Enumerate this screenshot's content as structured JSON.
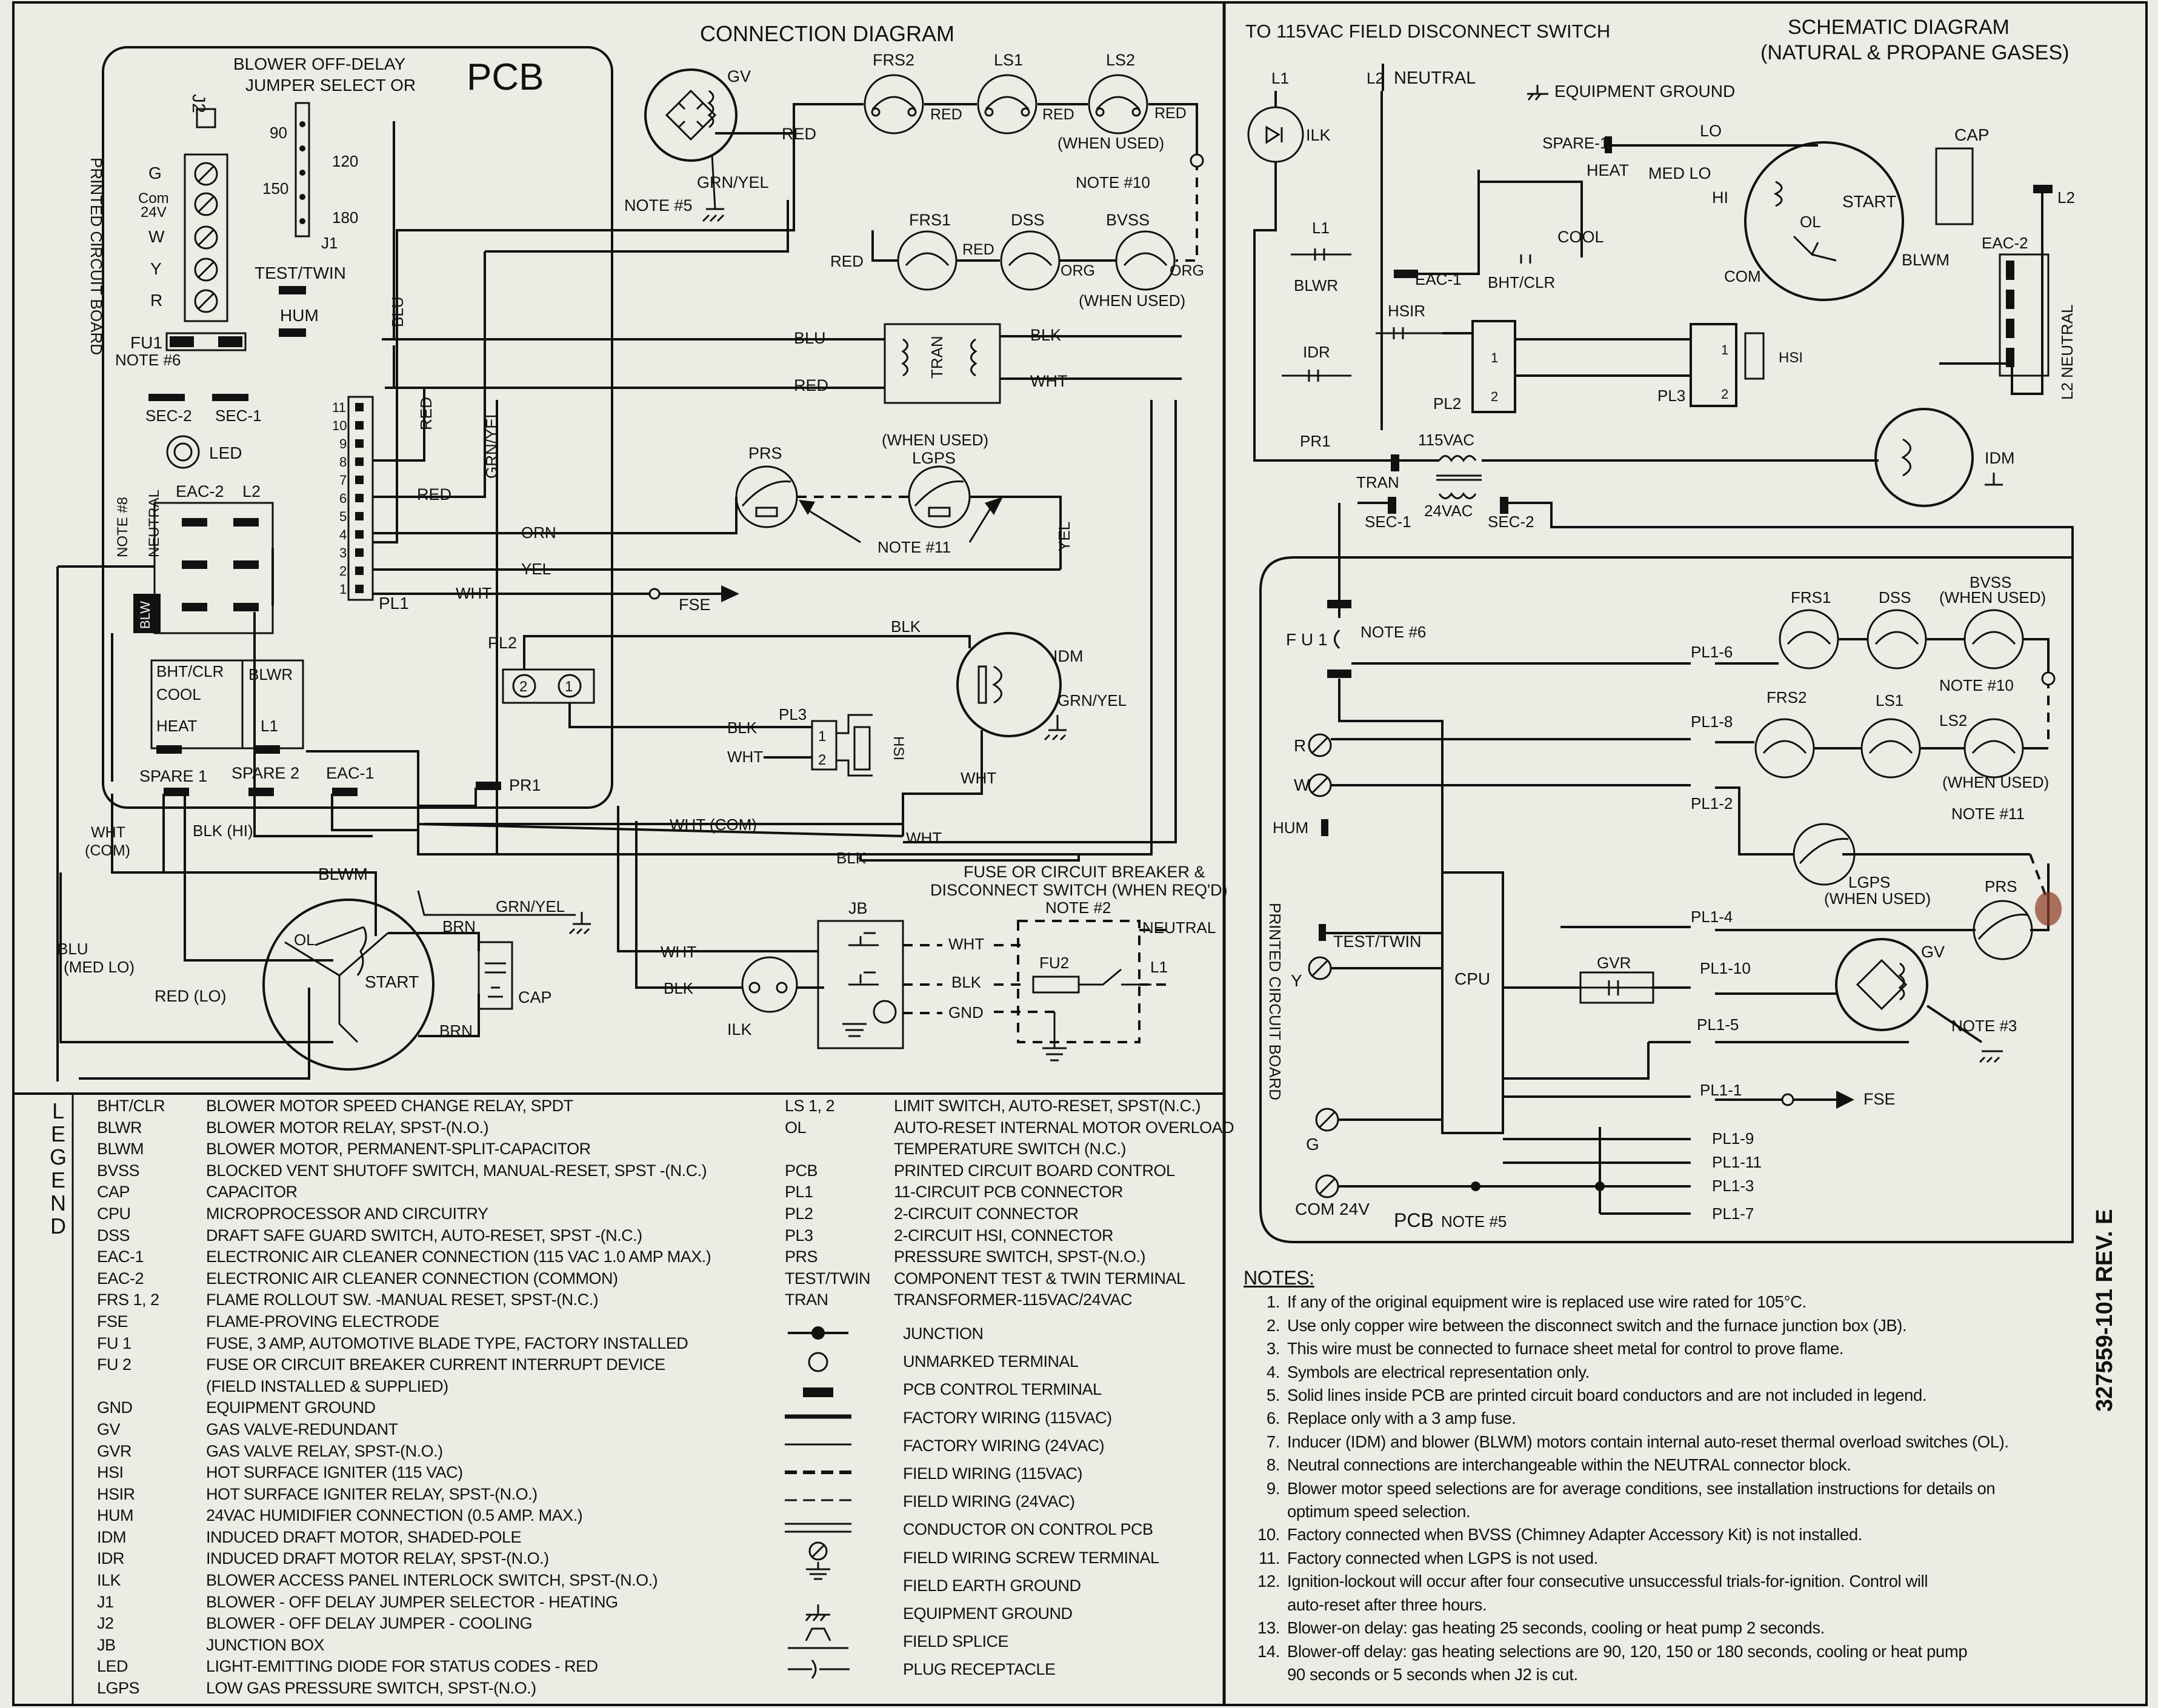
{
  "connection": {
    "title": "CONNECTION DIAGRAM",
    "pcb": "PCB",
    "blower_jumper": [
      "BLOWER OFF-DELAY",
      "JUMPER SELECT OR"
    ],
    "printed_circuit_board": "PRINTED CIRCUIT BOARD",
    "j2": "J2",
    "j1": "J1",
    "delays": [
      "90",
      "120",
      "150",
      "180"
    ],
    "terminals": [
      "G",
      "Com 24V",
      "W",
      "Y",
      "R"
    ],
    "test_twin": "TEST/TWIN",
    "hum": "HUM",
    "fu1": "FU1",
    "note6": "NOTE #6",
    "sec2": "SEC-2",
    "sec1": "SEC-1",
    "led": "LED",
    "eac2": "EAC-2",
    "l2": "L2",
    "neutral": "NEUTRAL",
    "note8": "NOTE #8",
    "blw": "BLW",
    "bht_clr": "BHT/CLR",
    "cool": "COOL",
    "heat": "HEAT",
    "blwr": "BLWR",
    "l1": "L1",
    "spare1": "SPARE 1",
    "spare2": "SPARE 2",
    "eac1": "EAC-1",
    "pr1": "PR1",
    "pl1": "PL1",
    "pl1_pins": [
      "1",
      "2",
      "3",
      "4",
      "5",
      "6",
      "7",
      "8",
      "9",
      "10",
      "11"
    ],
    "gv": "GV",
    "grn_yel": "GRN/YEL",
    "note5": "NOTE #5",
    "red": "RED",
    "frs2": "FRS2",
    "ls1": "LS1",
    "ls2": "LS2",
    "when_used": "(WHEN USED)",
    "note10": "NOTE #10",
    "frs1": "FRS1",
    "dss": "DSS",
    "bvss": "BVSS",
    "org": "ORG",
    "blu": "BLU",
    "blk": "BLK",
    "wht": "WHT",
    "tran": "TRAN",
    "yel": "YEL",
    "orn": "ORN",
    "prs": "PRS",
    "lgps": "LGPS",
    "note11": "NOTE #11",
    "fse": "FSE",
    "pl2": "PL2",
    "pl3": "PL3",
    "hsi": "HSI",
    "idm": "IDM",
    "wht_com": "WHT  (COM)",
    "wht_com2": [
      "WHT",
      "(COM)"
    ],
    "blk_hi": "BLK (HI)",
    "blwm": "BLWM",
    "brn": "BRN",
    "ol": "OL",
    "start": "START",
    "cap": "CAP",
    "blu_med_lo": [
      "BLU",
      "(MED LO)"
    ],
    "red_lo": "RED (LO)",
    "ilk": "ILK",
    "jb": "JB",
    "gnd": "GND",
    "fu2": "FU2",
    "fuse_breaker": [
      "FUSE OR CIRCUIT BREAKER &",
      "DISCONNECT SWITCH (WHEN REQ'D)",
      "NOTE #2"
    ]
  },
  "schematic": {
    "title": [
      "SCHEMATIC DIAGRAM",
      "(NATURAL & PROPANE GASES)"
    ],
    "to_disconnect": "TO 115VAC FIELD DISCONNECT SWITCH",
    "l1": "L1",
    "l2": "L2",
    "neutral": "NEUTRAL",
    "equipment_ground": "EQUIPMENT GROUND",
    "ilk": "ILK",
    "spare1": "SPARE-1",
    "lo": "LO",
    "cap": "CAP",
    "heat": "HEAT",
    "med_lo": "MED LO",
    "hi": "HI",
    "start": "START",
    "ol": "OL",
    "cool": "COOL",
    "com": "COM",
    "blwm": "BLWM",
    "eac2": "EAC-2",
    "blwr": "BLWR",
    "eac1": "EAC-1",
    "bht_clr": "BHT/CLR",
    "hsir": "HSIR",
    "idr": "IDR",
    "hsi": "HSI",
    "pl2": "PL2",
    "pl3": "PL3",
    "l2_neutral": "L2  NEUTRAL",
    "idm": "IDM",
    "pr1": "PR1",
    "v115": "115VAC",
    "tran": "TRAN",
    "v24": "24VAC",
    "sec1": "SEC-1",
    "sec2": "SEC-2",
    "fu1": "F U 1",
    "note6": "NOTE #6",
    "frs1": "FRS1",
    "dss": "DSS",
    "bvss": [
      "BVSS",
      "(WHEN USED)"
    ],
    "note10": "NOTE #10",
    "pl1_6": "PL1-6",
    "r": "R",
    "pl1_8": "PL1-8",
    "frs2": "FRS2",
    "ls1": "LS1",
    "ls2": "LS2",
    "when_used": "(WHEN USED)",
    "w": "W",
    "pl1_2": "PL1-2",
    "note11": "NOTE #11",
    "hum": "HUM",
    "lgps": [
      "LGPS",
      "(WHEN USED)"
    ],
    "prs": "PRS",
    "printed_circuit_board": "PRINTED CIRCUIT BOARD",
    "test_twin": "TEST/TWIN",
    "pl1_4": "PL1-4",
    "gv": "GV",
    "y": "Y",
    "cpu": "CPU",
    "gvr": "GVR",
    "pl1_10": "PL1-10",
    "pl1_5": "PL1-5",
    "note3": "NOTE #3",
    "pl1_1": "PL1-1",
    "fse": "FSE",
    "g": "G",
    "pl1_9": "PL1-9",
    "pl1_11": "PL1-11",
    "pl1_3": "PL1-3",
    "pl1_7": "PL1-7",
    "com24": "COM  24V",
    "pcb_note": "PCB",
    "note5": "NOTE #5"
  },
  "legend": {
    "word": "LEGEND",
    "left": [
      [
        "BHT/CLR",
        "BLOWER MOTOR SPEED CHANGE RELAY, SPDT"
      ],
      [
        "BLWR",
        "BLOWER MOTOR RELAY, SPST-(N.O.)"
      ],
      [
        "BLWM",
        "BLOWER MOTOR, PERMANENT-SPLIT-CAPACITOR"
      ],
      [
        "BVSS",
        "BLOCKED VENT SHUTOFF SWITCH, MANUAL-RESET, SPST -(N.C.)"
      ],
      [
        "CAP",
        "CAPACITOR"
      ],
      [
        "CPU",
        "MICROPROCESSOR AND CIRCUITRY"
      ],
      [
        "DSS",
        "DRAFT SAFE GUARD SWITCH, AUTO-RESET, SPST -(N.C.)"
      ],
      [
        "EAC-1",
        "ELECTRONIC AIR CLEANER CONNECTION (115 VAC 1.0 AMP MAX.)"
      ],
      [
        "EAC-2",
        "ELECTRONIC AIR CLEANER CONNECTION (COMMON)"
      ],
      [
        "FRS 1, 2",
        "FLAME ROLLOUT SW. -MANUAL RESET, SPST-(N.C.)"
      ],
      [
        "FSE",
        "FLAME-PROVING ELECTRODE"
      ],
      [
        "FU 1",
        "FUSE, 3 AMP, AUTOMOTIVE BLADE TYPE, FACTORY INSTALLED"
      ],
      [
        "FU 2",
        "FUSE OR CIRCUIT BREAKER CURRENT INTERRUPT DEVICE"
      ],
      [
        "",
        "        (FIELD INSTALLED & SUPPLIED)"
      ],
      [
        "GND",
        "EQUIPMENT GROUND"
      ],
      [
        "GV",
        "GAS VALVE-REDUNDANT"
      ],
      [
        "GVR",
        "GAS VALVE RELAY, SPST-(N.O.)"
      ],
      [
        "HSI",
        "HOT SURFACE IGNITER (115 VAC)"
      ],
      [
        "HSIR",
        "HOT SURFACE IGNITER RELAY, SPST-(N.O.)"
      ],
      [
        "HUM",
        "24VAC HUMIDIFIER CONNECTION (0.5 AMP. MAX.)"
      ],
      [
        "IDM",
        "INDUCED DRAFT MOTOR, SHADED-POLE"
      ],
      [
        "IDR",
        "INDUCED DRAFT MOTOR RELAY, SPST-(N.O.)"
      ],
      [
        "ILK",
        "BLOWER ACCESS PANEL INTERLOCK SWITCH, SPST-(N.O.)"
      ],
      [
        "J1",
        "BLOWER - OFF DELAY JUMPER SELECTOR - HEATING"
      ],
      [
        "J2",
        "BLOWER - OFF DELAY JUMPER - COOLING"
      ],
      [
        "JB",
        "JUNCTION BOX"
      ],
      [
        "LED",
        "LIGHT-EMITTING DIODE FOR STATUS CODES - RED"
      ],
      [
        "LGPS",
        "LOW GAS PRESSURE SWITCH, SPST-(N.O.)"
      ]
    ],
    "right": [
      [
        "LS 1, 2",
        "LIMIT SWITCH, AUTO-RESET, SPST(N.C.)"
      ],
      [
        "OL",
        "AUTO-RESET INTERNAL MOTOR OVERLOAD"
      ],
      [
        "",
        "   TEMPERATURE SWITCH (N.C.)"
      ],
      [
        "PCB",
        "PRINTED CIRCUIT BOARD CONTROL"
      ],
      [
        "PL1",
        "11-CIRCUIT PCB CONNECTOR"
      ],
      [
        "PL2",
        "2-CIRCUIT CONNECTOR"
      ],
      [
        "PL3",
        "2-CIRCUIT HSI,  CONNECTOR"
      ],
      [
        "PRS",
        "PRESSURE SWITCH, SPST-(N.O.)"
      ],
      [
        "TEST/TWIN",
        "COMPONENT TEST & TWIN TERMINAL"
      ],
      [
        "TRAN",
        "TRANSFORMER-115VAC/24VAC"
      ]
    ],
    "symbols": [
      "JUNCTION",
      "UNMARKED TERMINAL",
      "PCB CONTROL TERMINAL",
      "FACTORY WIRING (115VAC)",
      "FACTORY WIRING (24VAC)",
      "FIELD WIRING (115VAC)",
      "FIELD WIRING (24VAC)",
      "CONDUCTOR ON CONTROL PCB",
      "FIELD WIRING SCREW TERMINAL",
      "FIELD EARTH GROUND",
      "EQUIPMENT GROUND",
      "FIELD SPLICE",
      "PLUG RECEPTACLE"
    ]
  },
  "notes": {
    "heading": "NOTES:",
    "items": [
      [
        "1.",
        "If any of the original equipment wire is replaced use wire rated for 105°C."
      ],
      [
        "2.",
        "Use only copper wire between the disconnect switch and the furnace junction box (JB)."
      ],
      [
        "3.",
        "This wire must be connected to furnace sheet metal for control to prove flame."
      ],
      [
        "4.",
        "Symbols are electrical representation only."
      ],
      [
        "5.",
        "Solid lines inside PCB are printed circuit board conductors and are not included in legend."
      ],
      [
        "6.",
        "Replace only with a 3 amp fuse."
      ],
      [
        "7.",
        "Inducer (IDM) and blower (BLWM) motors contain internal auto-reset thermal overload switches (OL)."
      ],
      [
        "8.",
        "Neutral connections are interchangeable within the NEUTRAL connector block."
      ],
      [
        "9.",
        "Blower motor speed selections are for average conditions, see installation instructions for details on"
      ],
      [
        "",
        "optimum speed selection."
      ],
      [
        "10.",
        "Factory connected when BVSS  (Chimney Adapter Accessory Kit) is not installed."
      ],
      [
        "11.",
        "Factory connected when LGPS is not used."
      ],
      [
        "12.",
        "Ignition-lockout will occur after four consecutive unsuccessful trials-for-ignition. Control will"
      ],
      [
        "",
        "auto-reset   after three hours."
      ],
      [
        "13.",
        "Blower-on delay:  gas heating 25 seconds, cooling or heat pump 2 seconds."
      ],
      [
        "14.",
        "Blower-off delay:  gas heating selections are 90, 120, 150 or 180 seconds, cooling or heat pump"
      ],
      [
        "",
        "90 seconds or 5 seconds when J2 is cut."
      ]
    ]
  },
  "part_number": "327559-101 REV. E"
}
